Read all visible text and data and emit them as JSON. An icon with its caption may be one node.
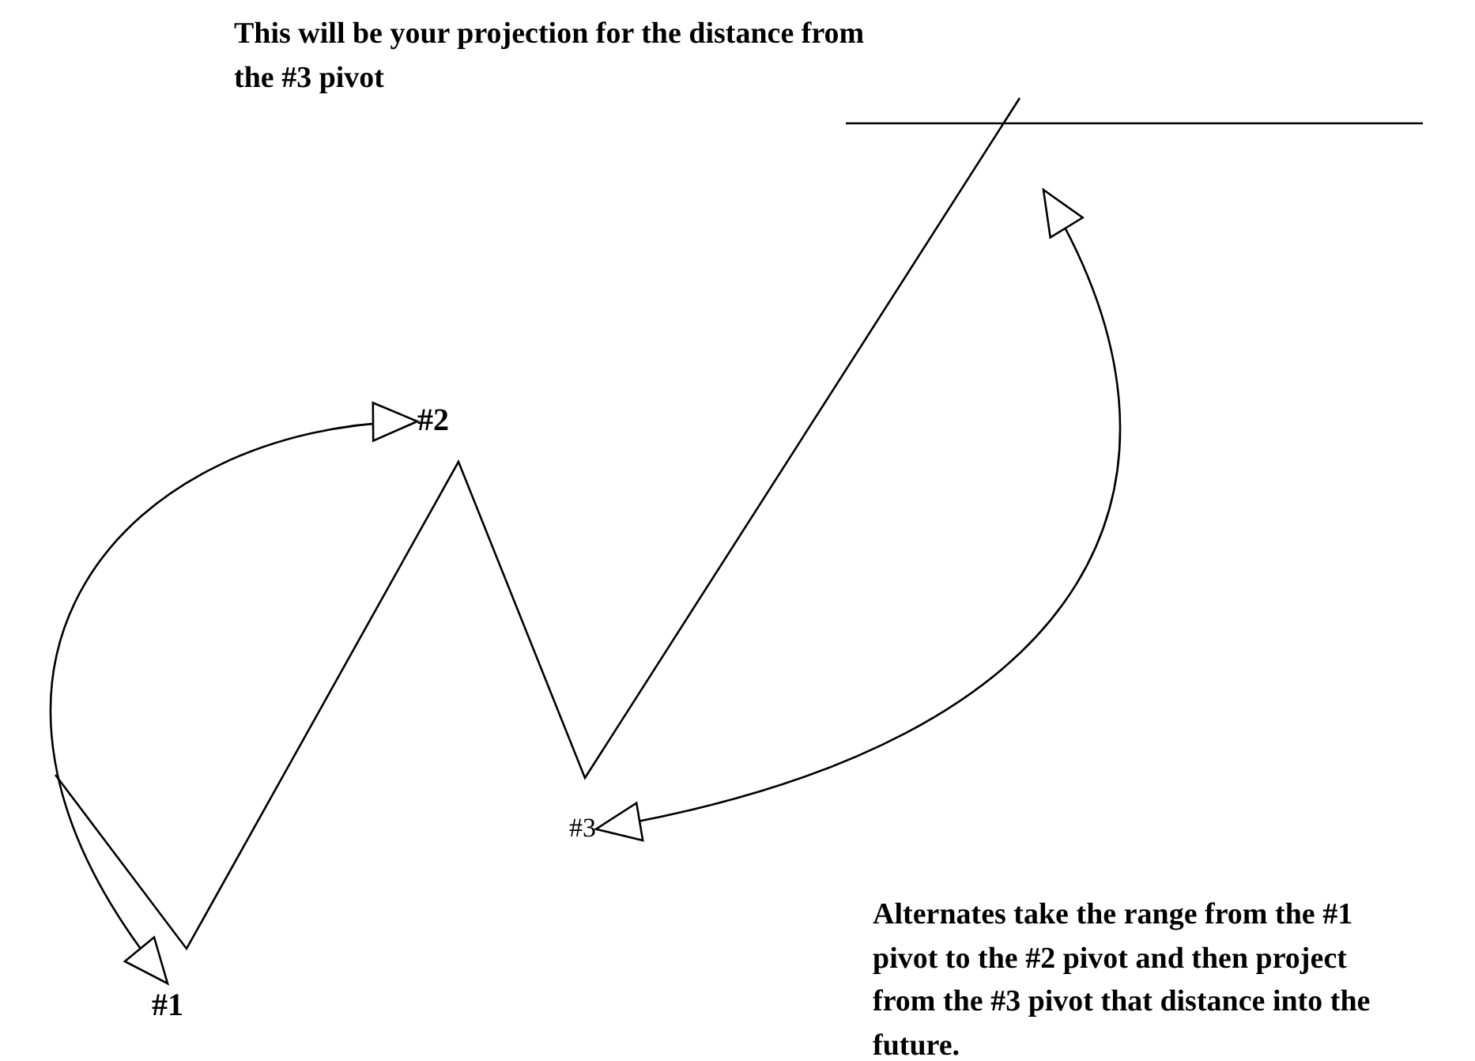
{
  "diagram": {
    "nodes": [
      {
        "text": [
          "#1"
        ]
      },
      {
        "text": [
          "#2"
        ]
      },
      {
        "text": [
          "#3"
        ]
      }
    ],
    "edges": [
      {
        "from": 1,
        "to": 0,
        "arrow": "both"
      },
      {
        "from": 2,
        "to": null,
        "arrow": "both"
      }
    ],
    "labels": [
      "This will be your projection for the distance from the #3 pivot",
      "Alternates take the range from the #1 pivot to the #2 pivot and then project from the #3 pivot that distance into the future."
    ]
  }
}
